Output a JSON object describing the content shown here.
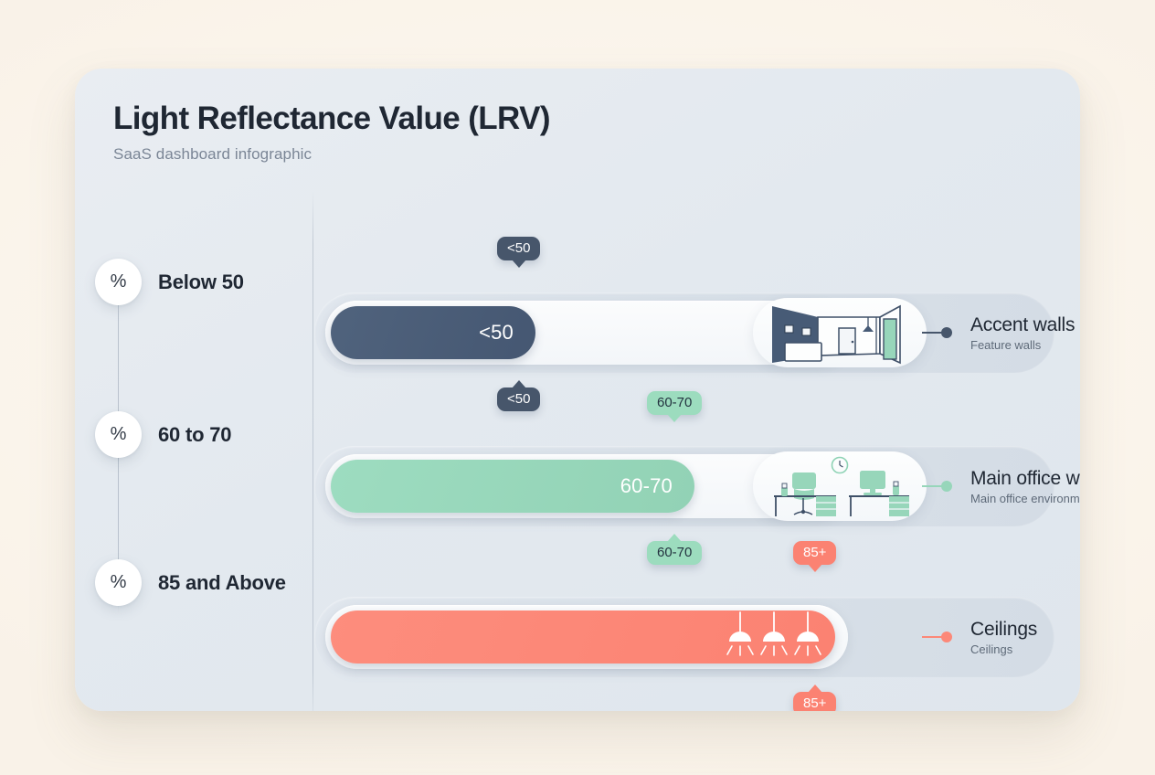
{
  "header": {
    "title": "Light Reflectance Value (LRV)",
    "subtitle": "SaaS dashboard infographic"
  },
  "colors": {
    "page_bg": "#fdf7ef",
    "card_bg": "#e4e9ef",
    "slate": "#475b76",
    "green": "#97d6ba",
    "coral": "#fc8878",
    "text_dark": "#1f2733",
    "text_muted": "#7b8696"
  },
  "rail": {
    "items": [
      {
        "badge": "%",
        "label": "Below 50"
      },
      {
        "badge": "%",
        "label": "60 to 70"
      },
      {
        "badge": "%",
        "label": "85 and Above"
      }
    ]
  },
  "chart_data": {
    "type": "bar",
    "title": "Light Reflectance Value (LRV)",
    "subtitle": "SaaS dashboard infographic",
    "xlabel": "",
    "ylabel": "",
    "orientation": "horizontal",
    "grid": false,
    "legend": "none",
    "categories": [
      "Accent walls",
      "Main office walls",
      "Ceilings"
    ],
    "value_labels": [
      "<50",
      "60-70",
      "85+"
    ],
    "values": [
      38,
      68,
      95
    ],
    "xlim": [
      0,
      100
    ],
    "series": [
      {
        "name": "LRV band",
        "values": [
          38,
          68,
          95
        ]
      }
    ],
    "bars": [
      {
        "tier_label": "Below 50",
        "value_label": "<50",
        "value": 38,
        "bar_color": "#475b76",
        "tip_bg": "#47566b",
        "tip_text": "#ffffff",
        "name": "Accent walls",
        "desc": "Feature walls",
        "icon": "room-accent-wall-icon"
      },
      {
        "tier_label": "60 to 70",
        "value_label": "60-70",
        "value": 68,
        "bar_color": "#97d6ba",
        "tip_bg": "#9cdcbe",
        "tip_text": "#23323f",
        "name": "Main office walls",
        "desc": "Main office environment",
        "icon": "office-desks-icon"
      },
      {
        "tier_label": "85 and Above",
        "value_label": "85+",
        "value": 95,
        "bar_color": "#fc8878",
        "tip_bg": "#fb8272",
        "tip_text": "#ffffff",
        "name": "Ceilings",
        "desc": "Ceilings",
        "icon": "pendant-lamps-icon"
      }
    ]
  }
}
